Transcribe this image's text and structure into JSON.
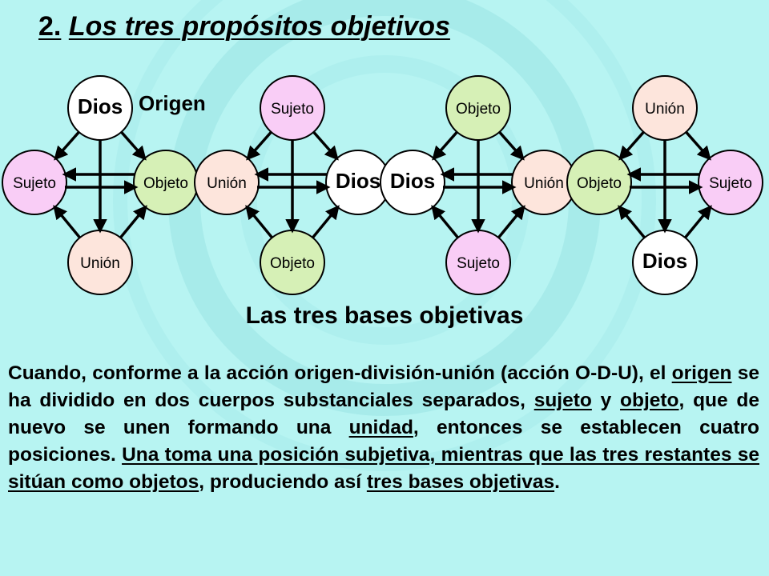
{
  "title": {
    "number": "2.",
    "text": "Los tres propósitos objetivos"
  },
  "colors": {
    "background": "#b7f4f2",
    "dios": "#ffffff",
    "sujeto": "#f9cdf6",
    "objeto": "#d6f0b6",
    "union": "#fde5dc",
    "stroke": "#000000"
  },
  "diagrams": [
    {
      "top": {
        "label": "Dios",
        "kind": "dios",
        "bold": true
      },
      "left": {
        "label": "Sujeto",
        "kind": "sujeto"
      },
      "right": {
        "label": "Objeto",
        "kind": "objeto"
      },
      "bottom": {
        "label": "Unión",
        "kind": "union"
      },
      "extra_label": "Origen"
    },
    {
      "top": {
        "label": "Sujeto",
        "kind": "sujeto"
      },
      "left": {
        "label": "Unión",
        "kind": "union"
      },
      "right": {
        "label": "Dios",
        "kind": "dios",
        "bold": true
      },
      "bottom": {
        "label": "Objeto",
        "kind": "objeto"
      }
    },
    {
      "top": {
        "label": "Objeto",
        "kind": "objeto"
      },
      "left": {
        "label": "Dios",
        "kind": "dios",
        "bold": true
      },
      "right": {
        "label": "Unión",
        "kind": "union"
      },
      "bottom": {
        "label": "Sujeto",
        "kind": "sujeto"
      }
    },
    {
      "top": {
        "label": "Unión",
        "kind": "union"
      },
      "left": {
        "label": "Objeto",
        "kind": "objeto"
      },
      "right": {
        "label": "Sujeto",
        "kind": "sujeto"
      },
      "bottom": {
        "label": "Dios",
        "kind": "dios",
        "bold": true
      }
    }
  ],
  "subtitle": "Las tres bases objetivas",
  "paragraph": {
    "p1": "Cuando, conforme a la acción origen-división-unión (acción O-D-U), el ",
    "u1": "origen",
    "p2": " se ha dividido en dos cuerpos substanciales separados, ",
    "u2": "sujeto",
    "p3": " y ",
    "u3": "objeto",
    "p4": ", que de nuevo se unen formando una ",
    "u4": "unidad",
    "p5": ", entonces se establecen cuatro posiciones. ",
    "u5": "Una toma una posición subjetiva, mientras que las tres restantes se sitúan como objetos",
    "p6": ", produciendo así ",
    "u6": "tres bases objetivas",
    "p7": "."
  }
}
